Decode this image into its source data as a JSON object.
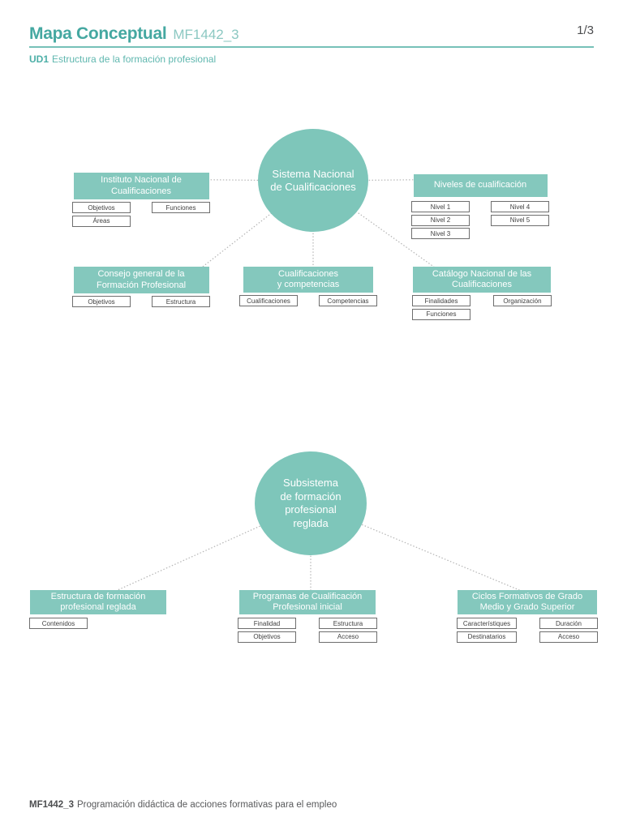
{
  "header": {
    "title": "Mapa Conceptual",
    "code": "MF1442_3",
    "page_indicator": "1/3",
    "unit_label": "UD1",
    "unit_title": "Estructura de la formación profesional"
  },
  "map1": {
    "center": "Sistema Nacional\nde Cualificaciones",
    "nodes": [
      {
        "title": "Instituto Nacional de\nCualificaciones",
        "children": [
          "Objetivos",
          "Funciones",
          "Áreas"
        ]
      },
      {
        "title": "Niveles de cualificación",
        "children": [
          "Nivel 1",
          "Nivel 4",
          "Nivel 2",
          "Nivel 5",
          "Nivel 3"
        ]
      },
      {
        "title": "Consejo general de la\nFormación Profesional",
        "children": [
          "Objetivos",
          "Estructura"
        ]
      },
      {
        "title": "Cualificaciones\ny competencias",
        "children": [
          "Cualificaciones",
          "Competencias"
        ]
      },
      {
        "title": "Catálogo Nacional de las\nCualificaciones",
        "children": [
          "Finalidades",
          "Organización",
          "Funciones"
        ]
      }
    ]
  },
  "map2": {
    "center": "Subsistema\nde formación\nprofesional\nreglada",
    "nodes": [
      {
        "title": "Estructura de formación\nprofesional reglada",
        "children": [
          "Contenidos"
        ]
      },
      {
        "title": "Programas de Cualificación\nProfesional inicial",
        "children": [
          "Finalidad",
          "Estructura",
          "Objetivos",
          "Acceso"
        ]
      },
      {
        "title": "Ciclos Formativos de Grado\nMedio y Grado Superior",
        "children": [
          "Característiques",
          "Duración",
          "Destinatarios",
          "Acceso"
        ]
      }
    ]
  },
  "footer": {
    "code": "MF1442_3",
    "text": "Programación didáctica de acciones formativas para el empleo"
  },
  "colors": {
    "node_teal": "#84c8bd",
    "circle_teal": "#7ec6ba",
    "title_teal": "#45a8a1",
    "code_teal": "#8cc8c2",
    "unit_teal": "#5fb7af",
    "text_gray": "#58595b",
    "connector_gray": "#b5b5b5"
  }
}
